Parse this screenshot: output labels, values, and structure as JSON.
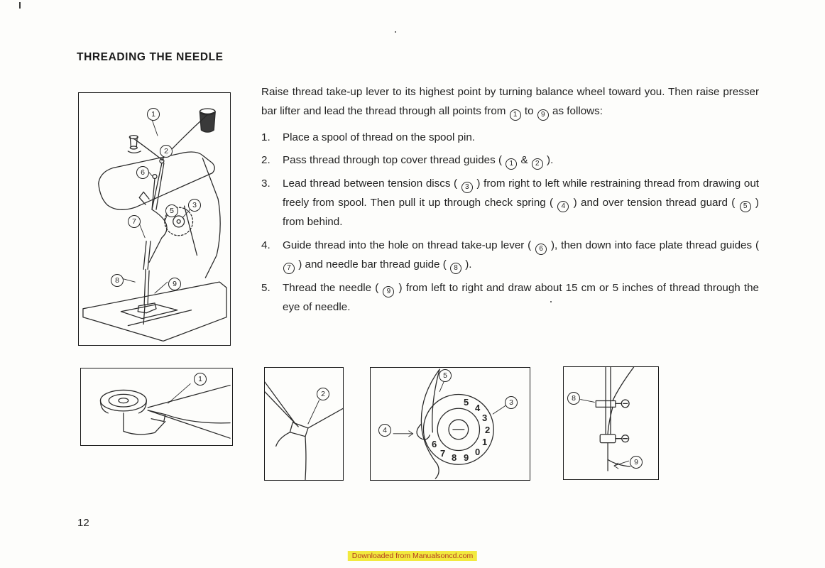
{
  "page": {
    "heading": "THREADING THE NEEDLE",
    "page_number": "12",
    "footer_text": "Downloaded from Manualsoncd.com"
  },
  "colors": {
    "ink": "#232323",
    "footer_bg": "#f2ea3f",
    "footer_text": "#b43a1e"
  },
  "instructions": {
    "intro": "Raise thread take-up lever to its highest point by turning balance wheel toward you. Then raise presser bar lifter and lead the thread through all points from {1} to {9} as follows:",
    "steps": [
      {
        "num": "1.",
        "text": "Place a spool of thread on the spool pin."
      },
      {
        "num": "2.",
        "text": "Pass thread through top cover thread guides ( {1} & {2} )."
      },
      {
        "num": "3.",
        "text": "Lead thread between tension discs ( {3} ) from right to left while restraining thread from drawing out freely from spool. Then pull it up through check spring ( {4} ) and over tension thread guard ( {5} ) from behind."
      },
      {
        "num": "4.",
        "text": "Guide thread into the hole on thread take-up lever ( {6} ), then down into face plate thread guides ( {7} ) and needle bar thread guide ( {8} )."
      },
      {
        "num": "5.",
        "text": "Thread the needle ( {9} ) from left to right and draw about 15 cm or 5 inches of thread through the eye of needle."
      }
    ]
  },
  "figures": {
    "main": {
      "callouts": {
        "c1": "1",
        "c2": "2",
        "c3": "3",
        "c5": "5",
        "c6": "6",
        "c7": "7",
        "c8": "8",
        "c9": "9"
      }
    },
    "detail1": {
      "callouts": {
        "c1": "1"
      }
    },
    "detail2": {
      "callouts": {
        "c2": "2"
      }
    },
    "detail3": {
      "callouts": {
        "c3": "3",
        "c4": "4",
        "c5": "5"
      },
      "dial_numbers": [
        "5",
        "4",
        "3",
        "2",
        "1",
        "0",
        "9",
        "8",
        "7",
        "6"
      ]
    },
    "detail4": {
      "callouts": {
        "c8": "8",
        "c9": "9"
      }
    }
  }
}
